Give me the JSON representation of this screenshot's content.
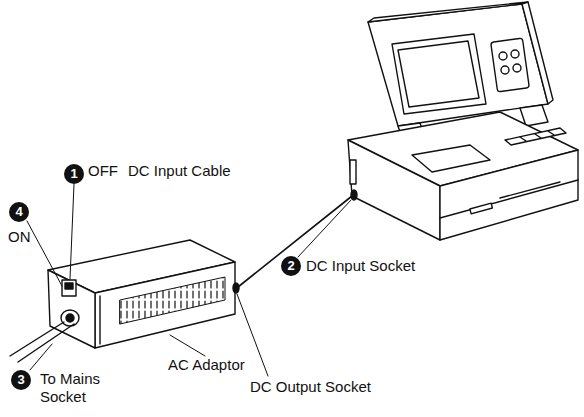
{
  "diagram": {
    "labels": [
      "1",
      "OFF",
      "DC Input Cable",
      "4",
      "ON",
      "2",
      "DC Input Socket",
      "3",
      "To Mains Socket",
      "AC Adaptor",
      "DC Output Socket"
    ]
  }
}
